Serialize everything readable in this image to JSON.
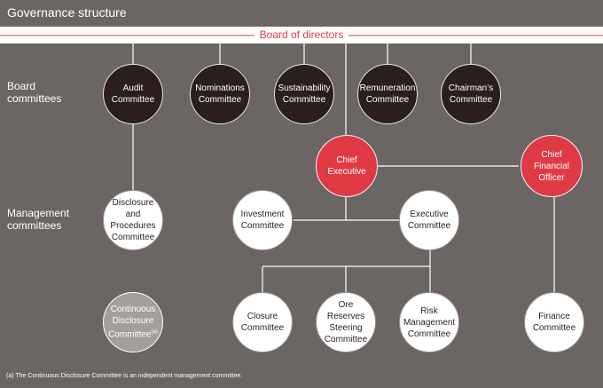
{
  "title": "Governance structure",
  "board": {
    "label": "Board of directors"
  },
  "sections": {
    "board_committees": "Board\ncommittees",
    "management_committees": "Management\ncommittees"
  },
  "nodes": {
    "audit": "Audit\nCommittee",
    "nominations": "Nominations\nCommittee",
    "sustainability": "Sustainability\nCommittee",
    "remuneration": "Remuneration\nCommittee",
    "chairmans": "Chairman’s\nCommittee",
    "chief_executive": "Chief Executive",
    "cfo": "Chief Financial\nOfficer",
    "disclosure": "Disclosure\nand Procedures\nCommittee",
    "investment": "Investment\nCommittee",
    "executive": "Executive\nCommittee",
    "continuous_disclosure": "Continuous\nDisclosure\nCommittee",
    "continuous_disclosure_note": "(a)",
    "closure": "Closure\nCommittee",
    "ore_reserves": "Ore Reserves\nSteering\nCommittee",
    "risk": "Risk\nManagement\nCommittee",
    "finance": "Finance\nCommittee"
  },
  "footnote": "(a) The Continuous Disclosure Committee is an independent management committee.",
  "colors": {
    "background": "#6b6663",
    "board_node": "#2a1f1c",
    "executive_node": "#e03a45",
    "management_node": "#ffffff",
    "independent_node": "#a59f9b",
    "accent_line": "#e03a45",
    "connector": "#ffffff"
  }
}
